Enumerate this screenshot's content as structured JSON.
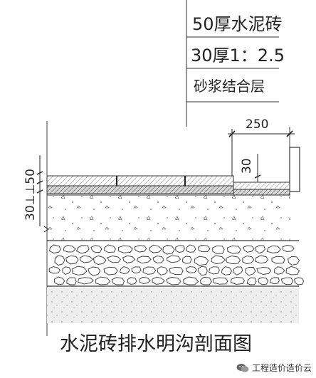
{
  "labels": {
    "layer1": "50厚水泥砖",
    "layer2": "30厚1：2.5",
    "layer3": "砂浆结合层"
  },
  "dimensions": {
    "width_250": "250",
    "depth_30": "30",
    "stack_left": "30⊥⊥50"
  },
  "title": "水泥砖排水明沟剖面图",
  "watermark": "工程造价造价云"
}
